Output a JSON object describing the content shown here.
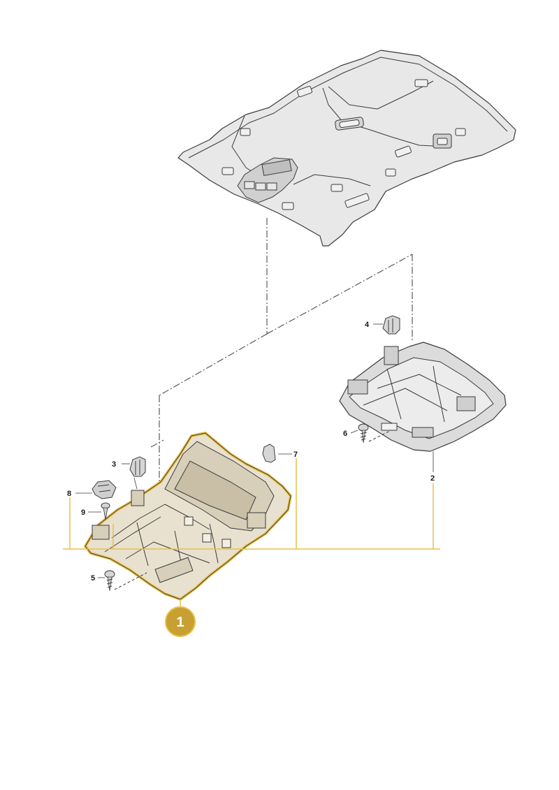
{
  "diagram": {
    "highlight_color": "#e8c04a",
    "badge_color": "#c8a032",
    "highlight_fill": "#e9e1cf",
    "part_fill": "#e6e6e6",
    "line_color": "#3a3a3a",
    "highlighted_item": "1",
    "callouts": [
      "1",
      "2",
      "3",
      "4",
      "5",
      "6",
      "7",
      "8",
      "9"
    ],
    "icons": {
      "headliner": "roof-headliner-part",
      "console_front": "roof-console-highlighted",
      "console_rear": "roof-console-rear",
      "clip": "retaining-clip",
      "screw": "screw",
      "bracket": "mounting-bracket"
    }
  }
}
